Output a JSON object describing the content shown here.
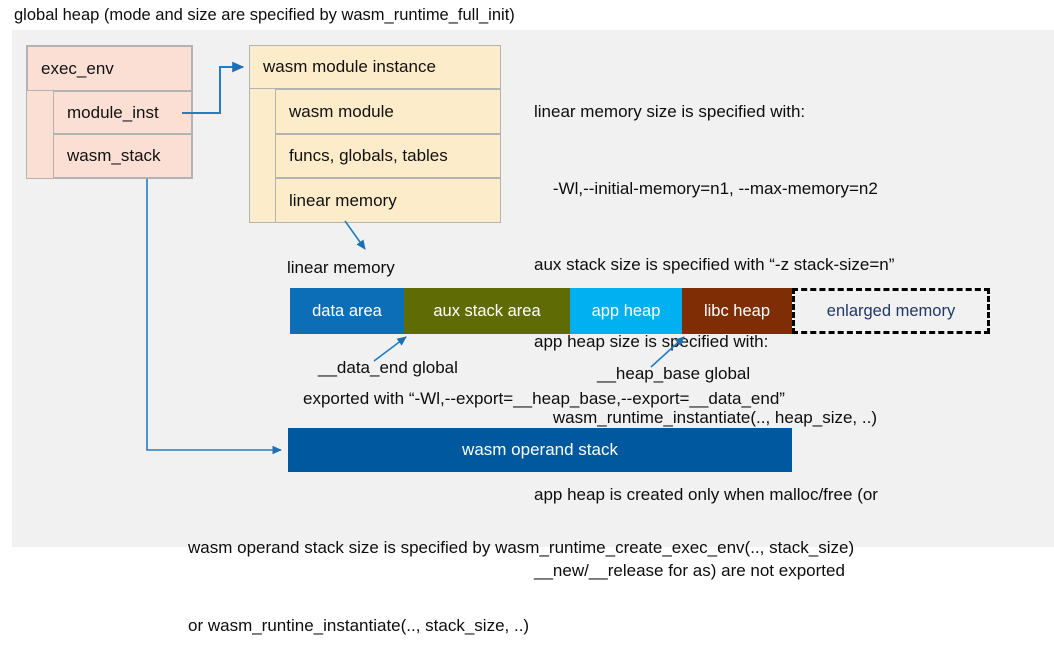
{
  "top_caption": "global heap (mode and size are specified by wasm_runtime_full_init)",
  "exec_env": {
    "title": "exec_env",
    "fields": [
      {
        "label": "module_inst"
      },
      {
        "label": "wasm_stack"
      }
    ],
    "fill_color": "#fbdfd4"
  },
  "wasm_module_instance": {
    "title": "wasm module instance",
    "rows": [
      {
        "label": "wasm module"
      },
      {
        "label": "funcs, globals, tables"
      },
      {
        "label": "linear memory"
      }
    ],
    "fill_color": "#fdecc9"
  },
  "notes": [
    "linear memory size is specified with:",
    "    -Wl,--initial-memory=n1, --max-memory=n2",
    "aux stack size is specified with “-z stack-size=n”",
    "app heap size is specified with:",
    "    wasm_runtime_instantiate(.., heap_size, ..)",
    "app heap is created only when malloc/free (or",
    "__new/__release for as) are not exported"
  ],
  "linear_memory": {
    "caption": "linear memory",
    "segments": [
      {
        "label": "data area",
        "color": "#0d6eb8",
        "text_color": "#ffffff",
        "width": 114,
        "style": "solid"
      },
      {
        "label": "aux stack area",
        "color": "#5f6c05",
        "text_color": "#ffffff",
        "width": 166,
        "style": "solid"
      },
      {
        "label": "app heap",
        "color": "#00b0f0",
        "text_color": "#ffffff",
        "width": 112,
        "style": "solid"
      },
      {
        "label": "libc heap",
        "color": "#7e2d05",
        "text_color": "#ffffff",
        "width": 110,
        "style": "solid"
      },
      {
        "label": "enlarged memory",
        "color": "#f1f1f1",
        "text_color": "#1f3864",
        "width": 198,
        "style": "dashed"
      }
    ]
  },
  "annotations": {
    "data_end": "__data_end global",
    "heap_base": "__heap_base global",
    "exported_with": "exported with “-Wl,--export=__heap_base,--export=__data_end”"
  },
  "operand_stack": {
    "label": "wasm operand stack",
    "color": "#00599e"
  },
  "bottom_notes": [
    "wasm operand stack size is specified by wasm_runtime_create_exec_env(.., stack_size)",
    "or wasm_runtine_instantiate(.., stack_size, ..)"
  ],
  "colors": {
    "panel_bg": "#f1f1f1",
    "connector": "#1f7ec4",
    "box_border": "#b3b3b3"
  }
}
